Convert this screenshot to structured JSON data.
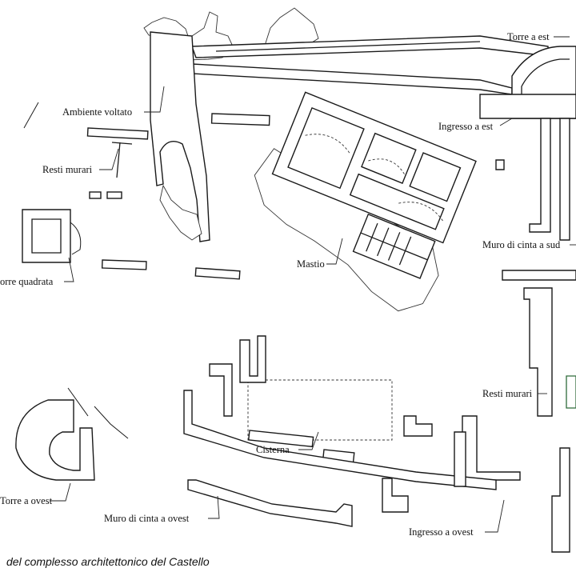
{
  "labels": {
    "torre_est": "Torre a est",
    "ambiente_voltato": "Ambiente voltato",
    "ingresso_est": "Ingresso a est",
    "resti_murari_1": "Resti murari",
    "muro_cinta_sud": "Muro di cinta a sud",
    "torre_quadrata": "orre quadrata",
    "mastio": "Mastio",
    "resti_murari_2": "Resti murari",
    "cisterna": "Cisterna",
    "torre_ovest": "Torre a ovest",
    "muro_cinta_ovest": "Muro di cinta a ovest",
    "ingresso_ovest": "Ingresso a ovest"
  },
  "caption": "del complesso architettonico del Castello"
}
